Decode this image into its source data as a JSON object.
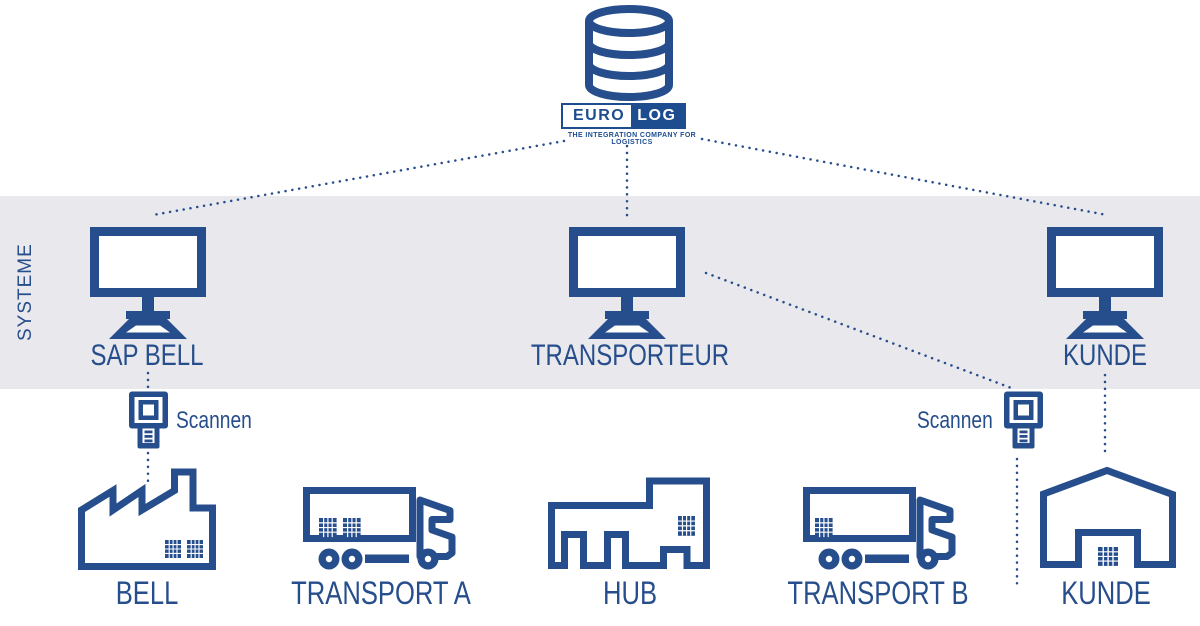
{
  "colors": {
    "navy": "#274E8C",
    "logo_blue": "#1D4D8F",
    "band_gray": "#E9E8EC",
    "background": "#FFFFFF"
  },
  "header": {
    "database_icon": "database-icon",
    "logo": {
      "euro": "EURO",
      "log": "LOG",
      "tagline": "THE INTEGRATION COMPANY FOR LOGISTICS"
    }
  },
  "systems_band": {
    "label": "SYSTEME",
    "systems": [
      {
        "label": "SAP BELL",
        "icon": "monitor-icon"
      },
      {
        "label": "TRANSPORTEUR",
        "icon": "monitor-icon"
      },
      {
        "label": "KUNDE",
        "icon": "monitor-icon"
      }
    ]
  },
  "scanners": {
    "left": {
      "label": "Scannen",
      "icon": "barcode-scanner-icon"
    },
    "right": {
      "label": "Scannen",
      "icon": "barcode-scanner-icon"
    }
  },
  "entities": [
    {
      "label": "BELL",
      "icon": "factory-icon"
    },
    {
      "label": "TRANSPORT A",
      "icon": "truck-icon"
    },
    {
      "label": "HUB",
      "icon": "hub-building-icon"
    },
    {
      "label": "TRANSPORT B",
      "icon": "truck-icon"
    },
    {
      "label": "KUNDE",
      "icon": "warehouse-icon"
    }
  ]
}
